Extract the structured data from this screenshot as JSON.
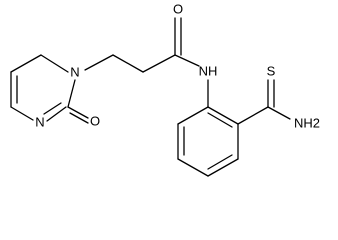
{
  "structure": {
    "atom_labels": {
      "n1": "N",
      "n3": "N",
      "o_ring": "O",
      "o_amide": "O",
      "nh": "NH",
      "s": "S",
      "nh2": "NH2"
    }
  }
}
